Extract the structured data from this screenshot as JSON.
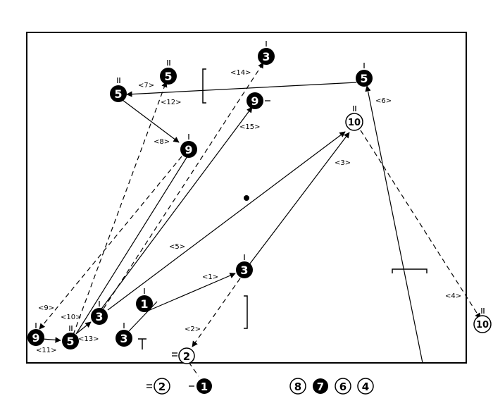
{
  "players": {
    "p_9_left": "9",
    "p_5_left": "5",
    "p_3_low": "3",
    "p_1": "1",
    "p_3_bottom": "3",
    "p_3_mid": "3",
    "p_2_field": "2",
    "p_5_topleft": "5",
    "p_5_top2": "5",
    "p_9_mid": "9",
    "p_9_top": "9",
    "p_3_top": "3",
    "p_5_right": "5",
    "p_10_right": "10",
    "p_10_out": "10"
  },
  "bench": [
    "2",
    "1",
    "8",
    "7",
    "6",
    "4"
  ],
  "labels": {
    "l1": "<1>",
    "l2": "<2>",
    "l3": "<3>",
    "l4": "<4>",
    "l5": "<5>",
    "l6": "<6>",
    "l7": "<7>",
    "l8": "<8>",
    "l9": "<9>",
    "l10": "<10>",
    "l11": "<11>",
    "l12": "<12>",
    "l13": "<13>",
    "l14": "<14>",
    "l15": "<15>"
  }
}
